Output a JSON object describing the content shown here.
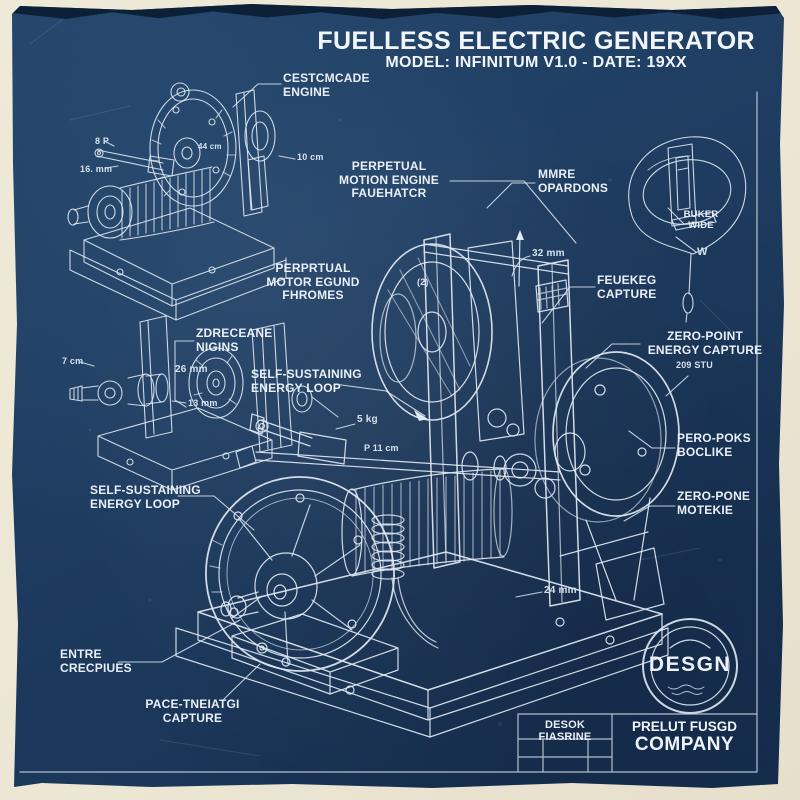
{
  "colors": {
    "paper": "#ece6d4",
    "panel_navy": "#1e3c60",
    "panel_dark_band": "#0c2138",
    "line_white": "#dfe9f3",
    "text_white": "#e9eff6"
  },
  "title": {
    "line1": "FUELLESS ELECTRIC GENERATOR",
    "line2": "MODEL: INFINITUM V1.0 - DATE: 19XX"
  },
  "callouts": {
    "cascade_engine": {
      "l1": "CESTCMCADE",
      "l2": "ENGINE"
    },
    "perpetual_engine": {
      "l1": "PERPETUAL",
      "l2": "MOTION ENGINE",
      "l3": "FAUEHATCR"
    },
    "mmre": {
      "l1": "MMRE",
      "l2": "OPARDONS"
    },
    "buker": {
      "l1": "BUKER",
      "l2": "WIDE"
    },
    "perprtual_motor": {
      "l1": "PERPRTUAL",
      "l2": "MOTOR EGUND",
      "l3": "FHROMES"
    },
    "feuekeg": {
      "l1": "FEUEKEG",
      "l2": "CAPTURE"
    },
    "zdreceane": {
      "l1": "ZDRECEANE",
      "l2": "NIGINS"
    },
    "zero_point": {
      "l1": "ZERO-POINT",
      "l2": "ENERGY CAPTURE"
    },
    "self_upper": {
      "l1": "SELF-SUSTAINING",
      "l2": "ENERGY LOOP"
    },
    "pero_poks": {
      "l1": "PERO-POKS",
      "l2": "BOCLIKE"
    },
    "self_lower": {
      "l1": "SELF-SUSTAINING",
      "l2": "ENERGY LOOP"
    },
    "zero_pone": {
      "l1": "ZERO-PONE",
      "l2": "MOTEKIE"
    },
    "entre": {
      "l1": "ENTRE",
      "l2": "CRECPIUES"
    },
    "pace": {
      "l1": "PACE-TNEIATGI",
      "l2": "CAPTURE"
    }
  },
  "dims": {
    "d8p": "8 P",
    "d16mm": "16. mm",
    "d44cm": "44 cm",
    "d10cm": "10 cm",
    "d32mm": "32 mm",
    "d7cm": "7 cm",
    "d26mm": "26 mm",
    "d13mm": "13 mm",
    "d5kg": "5 kg",
    "dp11": "P 11 cm",
    "d209": "209 STU",
    "d24mm": "24 mm",
    "dw": "W",
    "d2": "(2)"
  },
  "stamp": {
    "text": "DESGN"
  },
  "title_block": {
    "left_header": "DESOK FIASRINE",
    "company_line1": "PRELUT FUSGD",
    "company_line2": "COMPANY"
  }
}
